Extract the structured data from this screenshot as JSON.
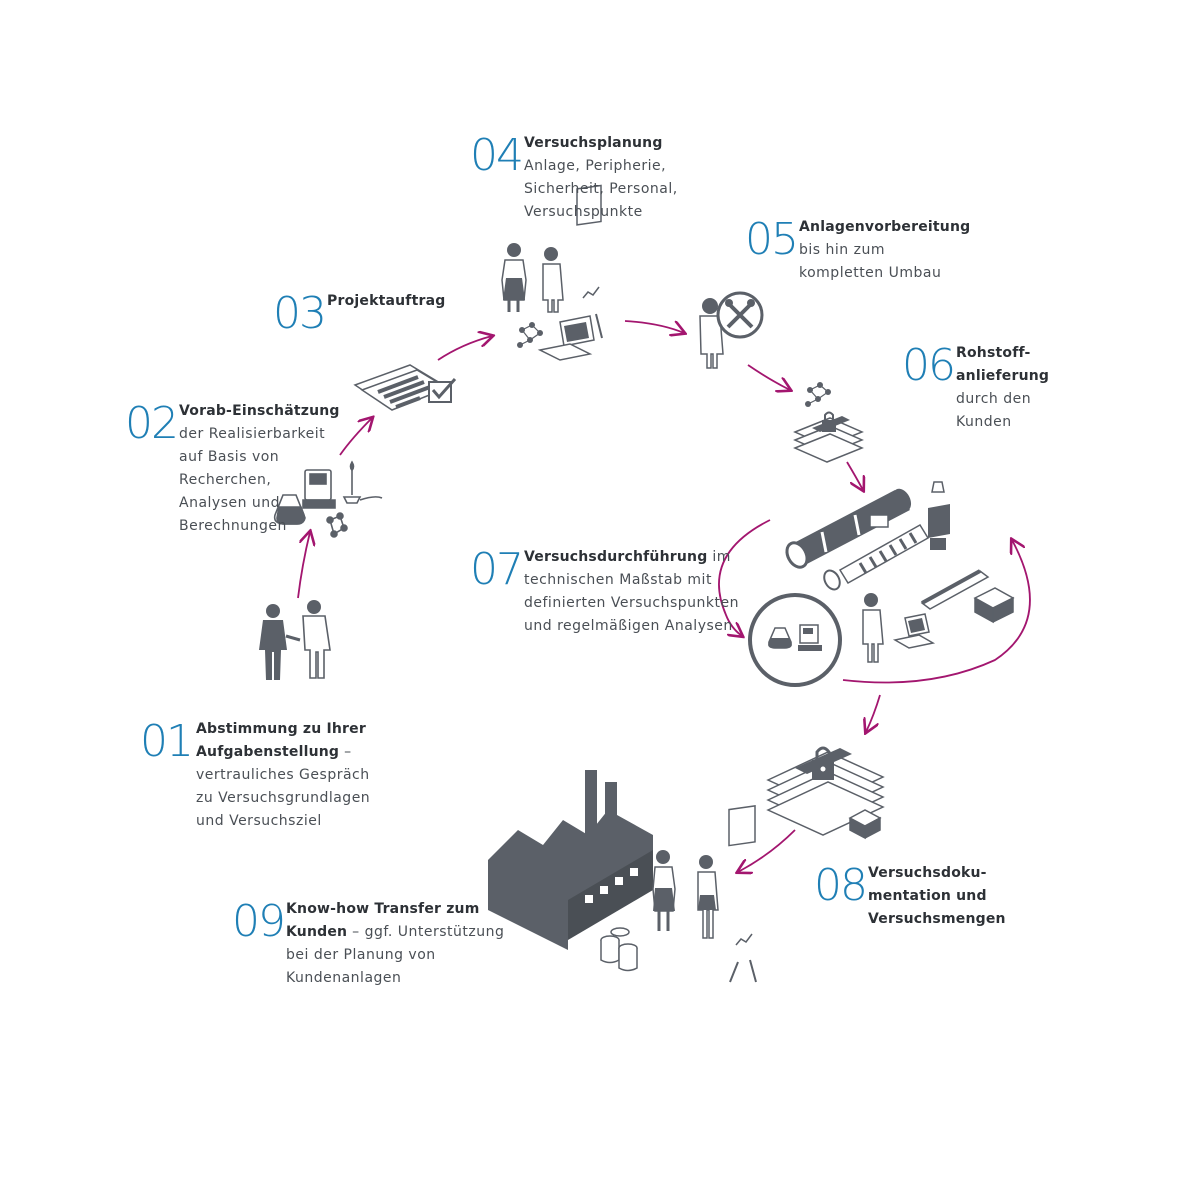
{
  "steps": [
    {
      "num": "01",
      "title": "Abstimmung zu Ihrer",
      "title2": "Aufgabenstellung",
      "rest": " –",
      "lines": [
        "vertrauliches Gespräch",
        "zu Versuchsgrundlagen",
        "und Versuchsziel"
      ]
    },
    {
      "num": "02",
      "title": "Vorab-Einschätzung",
      "lines": [
        "der Realisierbarkeit",
        "auf Basis von",
        "Recherchen,",
        "Analysen und",
        "Berechnungen"
      ]
    },
    {
      "num": "03",
      "title": "Projektauftrag",
      "lines": []
    },
    {
      "num": "04",
      "title": "Versuchsplanung",
      "lines": [
        "Anlage, Peripherie,",
        "Sicherheit, Personal,",
        "Versuchspunkte"
      ]
    },
    {
      "num": "05",
      "title": "Anlagenvorbereitung",
      "lines": [
        "bis hin zum",
        "kompletten Umbau"
      ]
    },
    {
      "num": "06",
      "title": "Rohstoff-",
      "title2": "anlieferung",
      "lines": [
        "durch den",
        "Kunden"
      ]
    },
    {
      "num": "07",
      "title": "Versuchsdurchführung",
      "rest": " im",
      "lines": [
        "technischen Maßstab mit",
        "definierten Versuchspunkten",
        "und regelmäßigen Analysen"
      ]
    },
    {
      "num": "08",
      "title": "Versuchsdoku-",
      "title2": "mentation und",
      "title3": "Versuchsmengen",
      "lines": []
    },
    {
      "num": "09",
      "title": "Know-how Transfer zum",
      "title2": "Kunden",
      "rest": " – ggf. Unterstützung",
      "lines": [
        "bei der Planung von",
        "Kundenanlagen"
      ]
    }
  ],
  "colors": {
    "accent": "#1f7fb5",
    "arrow": "#a3166f",
    "icon": "#5b6068"
  }
}
